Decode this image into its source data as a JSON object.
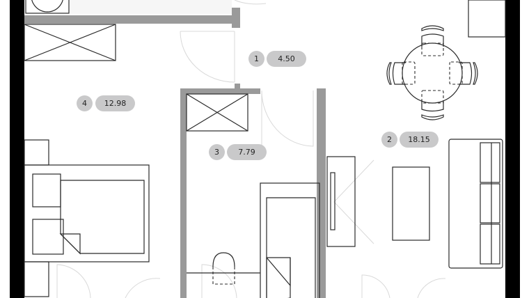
{
  "colors": {
    "exterior_wall": "#000000",
    "interior_wall": "#9a9a9a",
    "badge": "#c9c9ca",
    "furniture_line": "#2a2a2a"
  },
  "rooms": [
    {
      "number": "1",
      "area": "4.50"
    },
    {
      "number": "2",
      "area": "18.15"
    },
    {
      "number": "3",
      "area": "7.79"
    },
    {
      "number": "4",
      "area": "12.98"
    }
  ]
}
